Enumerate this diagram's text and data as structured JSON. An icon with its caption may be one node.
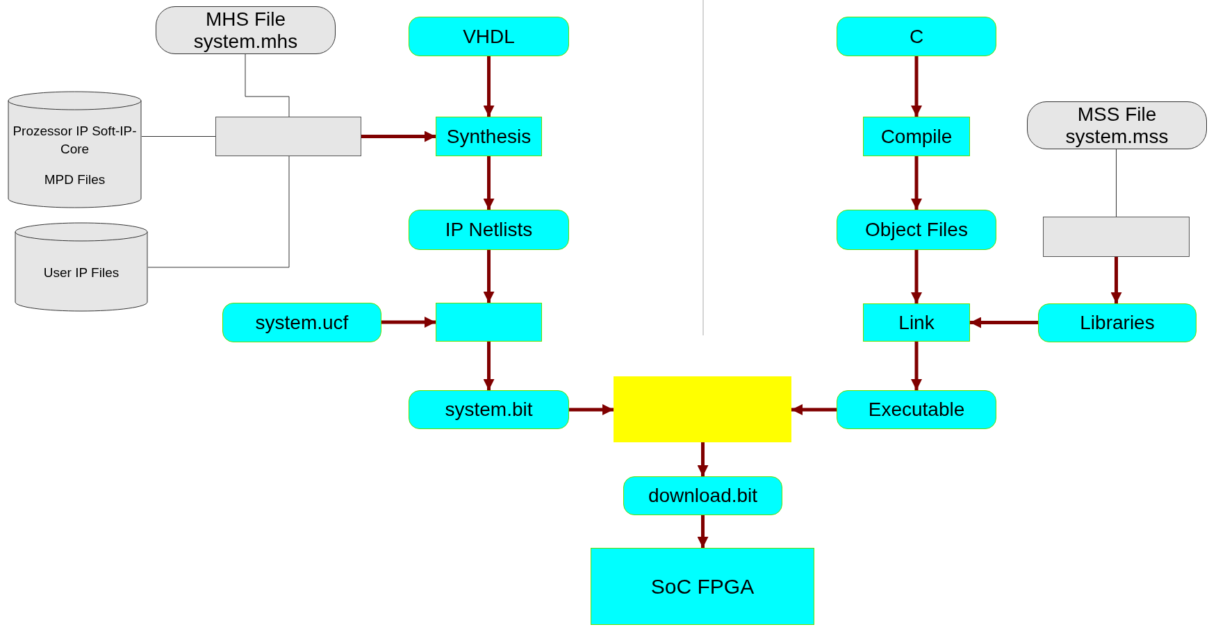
{
  "diagram": {
    "nodes": [
      {
        "text": [
          "MHS File",
          "system.mhs"
        ]
      },
      {
        "text": [
          "Prozessor IP Soft-IP-Core",
          "MPD Files"
        ]
      },
      {
        "text": [],
        "shape": "box"
      },
      {
        "text": [
          "User IP Files"
        ]
      },
      {
        "text": [
          "VHDL"
        ]
      },
      {
        "text": [
          "Synthesis"
        ]
      },
      {
        "text": [
          "IP Netlists"
        ]
      },
      {
        "text": [
          "system.ucf"
        ]
      },
      {
        "text": [],
        "shape": "box"
      },
      {
        "text": [
          "system.bit"
        ]
      },
      {
        "text": [],
        "shape": "box"
      },
      {
        "text": [
          "download.bit"
        ]
      },
      {
        "text": [
          "SoC FPGA"
        ]
      },
      {
        "text": [
          "C"
        ]
      },
      {
        "text": [
          "Compile"
        ]
      },
      {
        "text": [
          "MSS File",
          "system.mss"
        ]
      },
      {
        "text": [
          "Object Files"
        ]
      },
      {
        "text": [],
        "shape": "box"
      },
      {
        "text": [
          "Link"
        ]
      },
      {
        "text": [
          "Libraries"
        ]
      },
      {
        "text": [
          "Executable"
        ]
      }
    ],
    "edges": [
      {
        "from": 0,
        "to": 2,
        "arrow": "none",
        "color": "#333333"
      },
      {
        "from": 1,
        "to": 2,
        "arrow": "none",
        "color": "#333333"
      },
      {
        "from": 3,
        "to": 2,
        "arrow": "none",
        "color": "#333333"
      },
      {
        "from": 2,
        "to": 5,
        "arrow": "to"
      },
      {
        "from": 4,
        "to": 5,
        "arrow": "to"
      },
      {
        "from": 5,
        "to": 6,
        "arrow": "to"
      },
      {
        "from": 6,
        "to": 8,
        "arrow": "to"
      },
      {
        "from": 7,
        "to": 8,
        "arrow": "to"
      },
      {
        "from": 8,
        "to": 9,
        "arrow": "to"
      },
      {
        "from": 9,
        "to": 10,
        "arrow": "to"
      },
      {
        "from": 10,
        "to": 11,
        "arrow": "to"
      },
      {
        "from": 11,
        "to": 12,
        "arrow": "to"
      },
      {
        "from": 13,
        "to": 14,
        "arrow": "to"
      },
      {
        "from": 14,
        "to": 16,
        "arrow": "to"
      },
      {
        "from": 15,
        "to": 17,
        "arrow": "none",
        "color": "#333333"
      },
      {
        "from": 16,
        "to": 18,
        "arrow": "to"
      },
      {
        "from": 17,
        "to": 19,
        "arrow": "to"
      },
      {
        "from": 19,
        "to": 18,
        "arrow": "to"
      },
      {
        "from": 18,
        "to": 20,
        "arrow": "to"
      },
      {
        "from": 20,
        "to": 10,
        "arrow": "to"
      }
    ]
  }
}
